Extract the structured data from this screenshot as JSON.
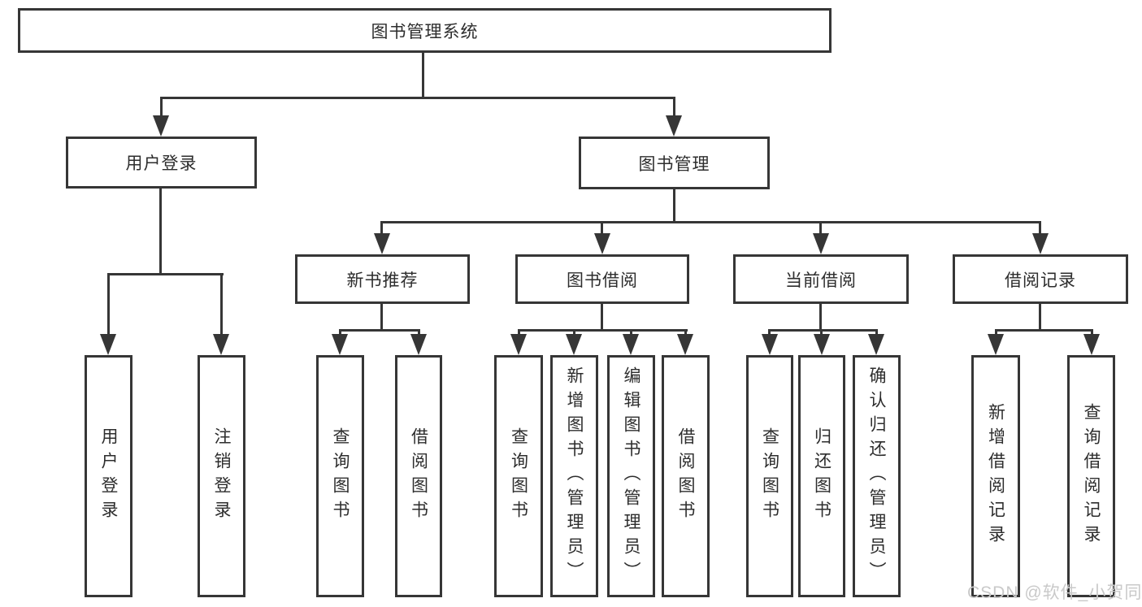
{
  "tree": {
    "label": "图书管理系统",
    "children": [
      {
        "label": "用户登录",
        "children": [
          {
            "label": "用户登录"
          },
          {
            "label": "注销登录"
          }
        ]
      },
      {
        "label": "图书管理",
        "children": [
          {
            "label": "新书推荐",
            "children": [
              {
                "label": "查询图书"
              },
              {
                "label": "借阅图书"
              }
            ]
          },
          {
            "label": "图书借阅",
            "children": [
              {
                "label": "查询图书"
              },
              {
                "label": "新增图书（管理员）"
              },
              {
                "label": "编辑图书（管理员）"
              },
              {
                "label": "借阅图书"
              }
            ]
          },
          {
            "label": "当前借阅",
            "children": [
              {
                "label": "查询图书"
              },
              {
                "label": "归还图书"
              },
              {
                "label": "确认归还（管理员）"
              }
            ]
          },
          {
            "label": "借阅记录",
            "children": [
              {
                "label": "新增借阅记录"
              },
              {
                "label": "查询借阅记录"
              }
            ]
          }
        ]
      }
    ]
  },
  "watermark": {
    "text": "CSDN @软件_小贺同学"
  },
  "colors": {
    "background": "#ffffff",
    "line": "#363636",
    "box_border": "#363636",
    "text": "#2d2d2d",
    "watermark": "#c9c9c9"
  }
}
